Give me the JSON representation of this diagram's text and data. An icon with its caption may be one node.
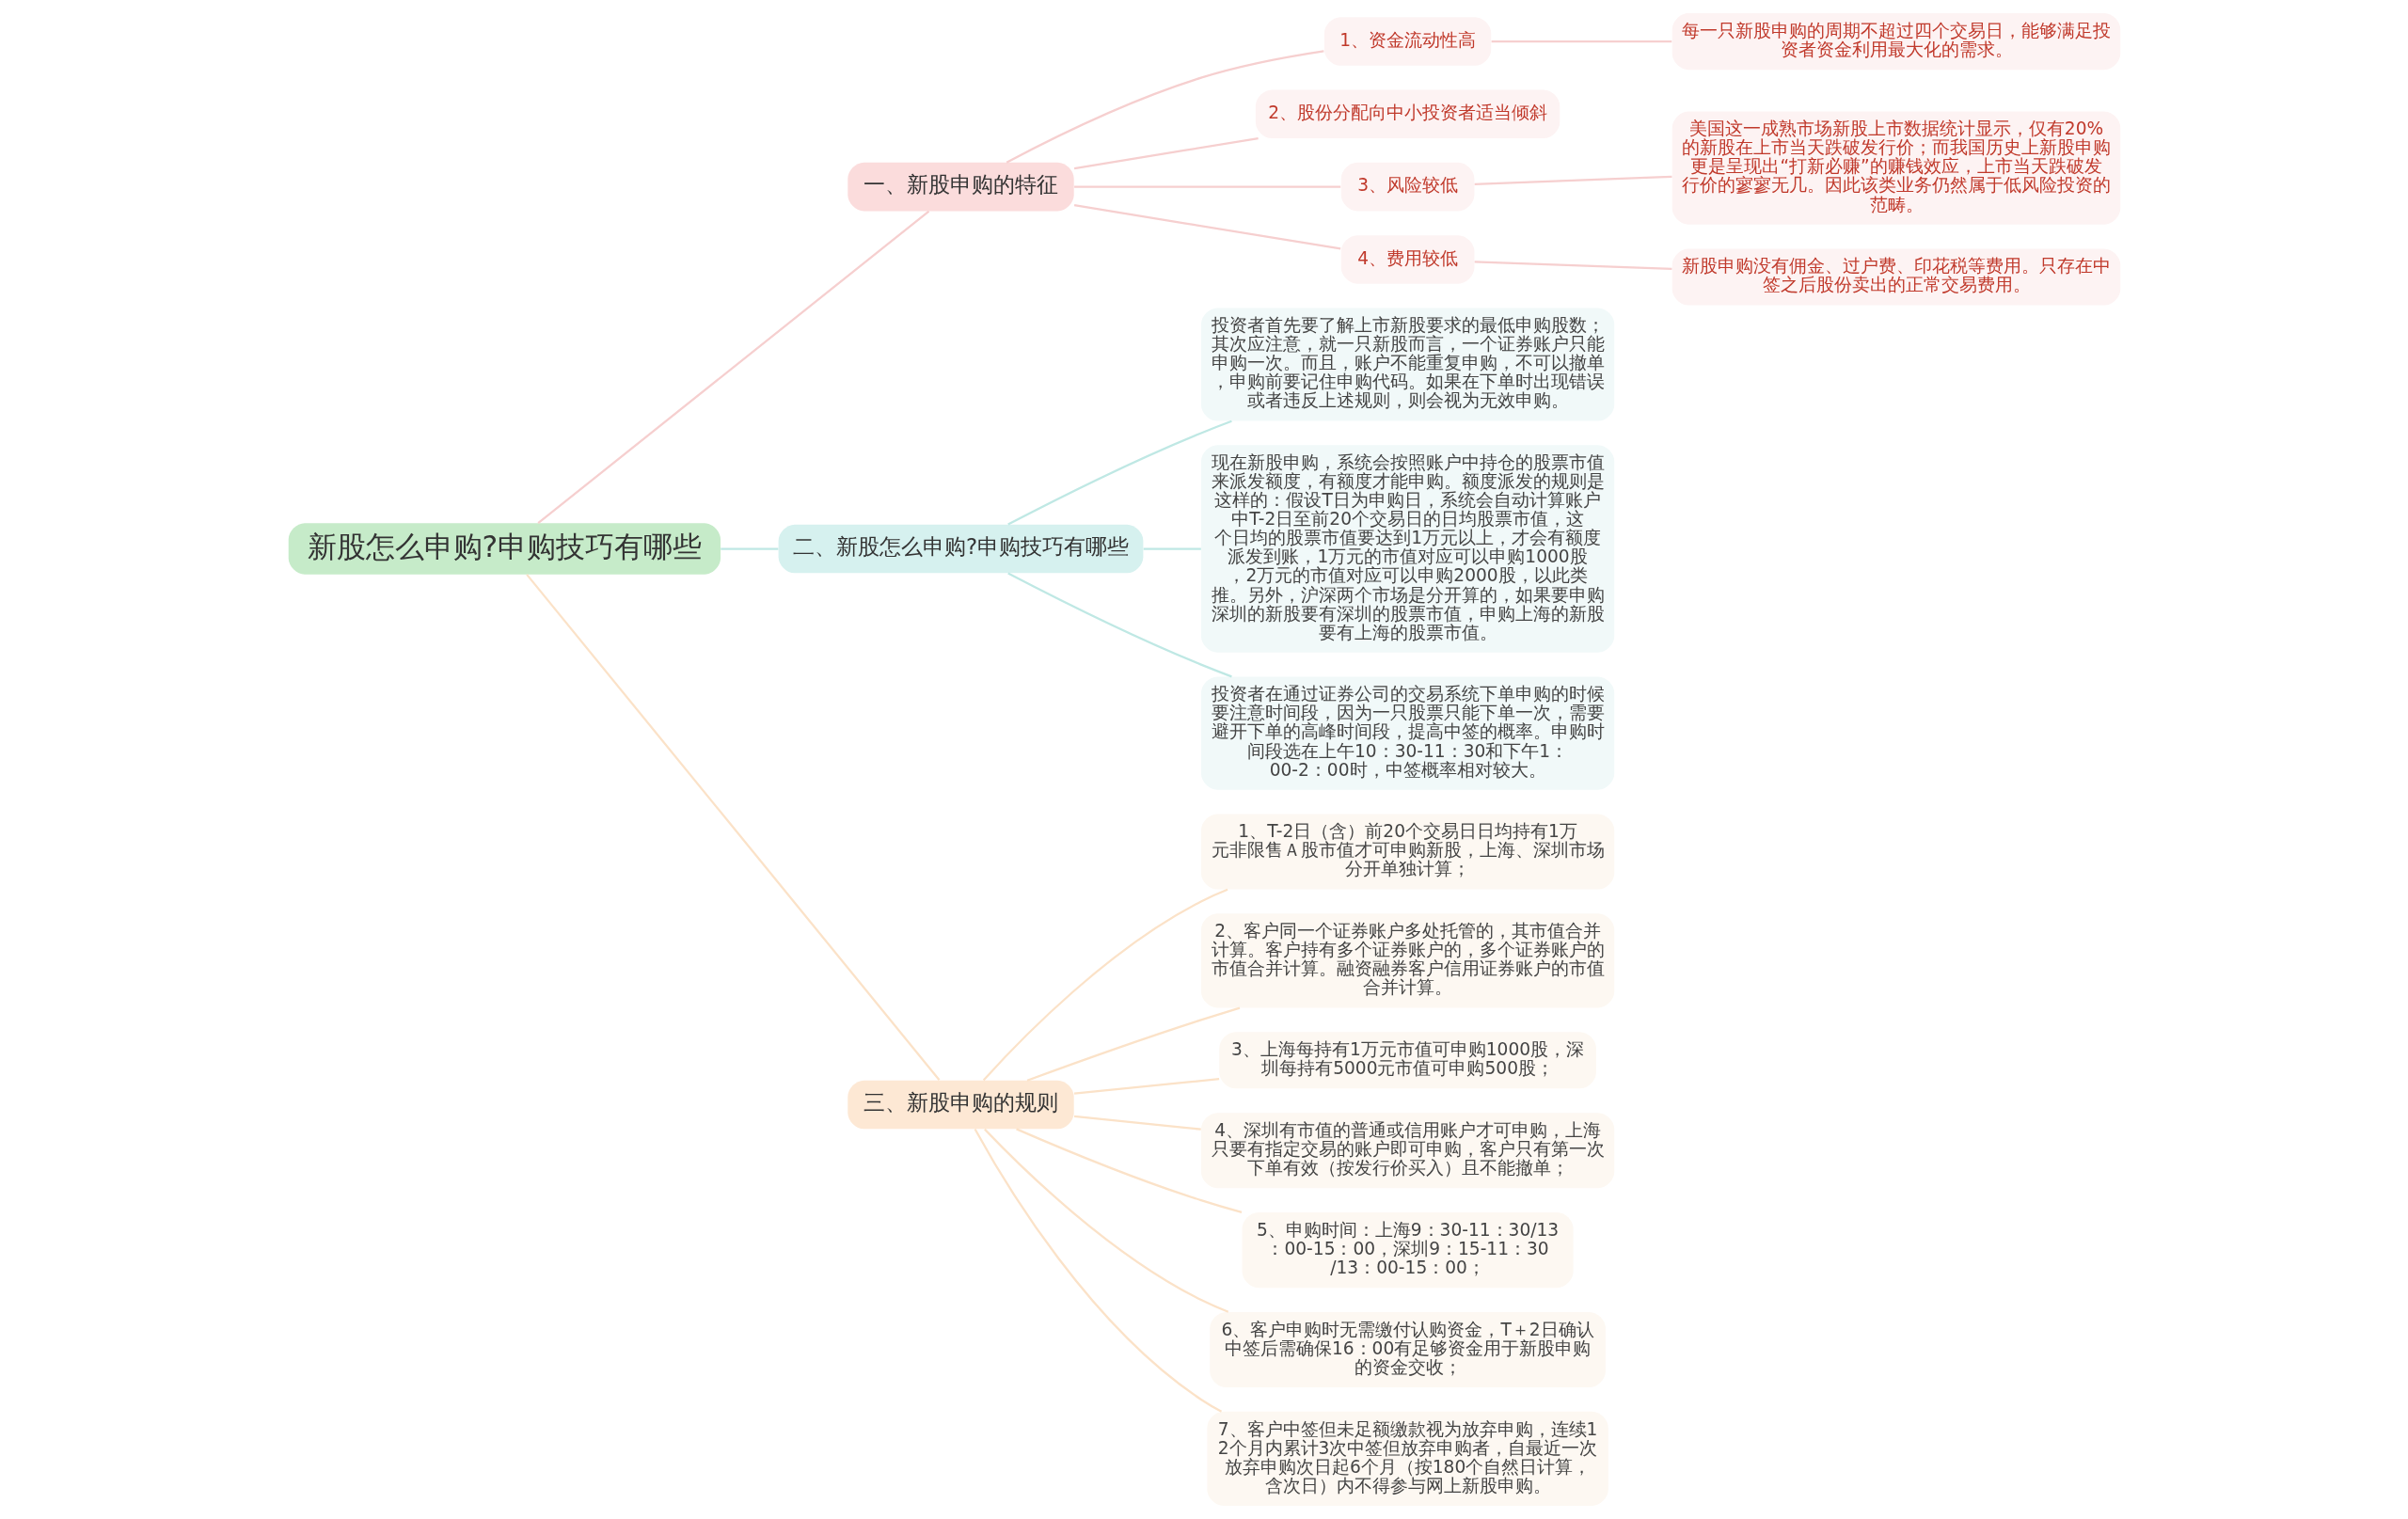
{
  "diagram": {
    "nodes": [
      {
        "text": [
          "新股怎么申购?申购技巧有哪些"
        ]
      },
      {
        "text": [
          "一、新股申购的特征"
        ]
      },
      {
        "text": [
          "1、资金流动性高"
        ]
      },
      {
        "text": [
          "每一只新股申购的周期不超过四个交易日，能够满足投资者资金利用最大化的需求。"
        ]
      },
      {
        "text": [
          "2、股份分配向中小投资者适当倾斜"
        ]
      },
      {
        "text": [
          "3、风险较低"
        ]
      },
      {
        "text": [
          "美国这一成熟市场新股上市数据统计显示，仅有20%的新股在上市当天跌破发行价；而我国历史上新股申购更是呈现出“打新必赚”的赚钱效应，上市当天跌破发行价的寥寥无几。因此该类业务仍然属于低风险投资的范畴。"
        ]
      },
      {
        "text": [
          "4、费用较低"
        ]
      },
      {
        "text": [
          "新股申购没有佣金、过户费、印花税等费用。只存在中签之后股份卖出的正常交易费用。"
        ]
      },
      {
        "text": [
          "二、新股怎么申购?申购技巧有哪些"
        ]
      },
      {
        "text": [
          "投资者首先要了解上市新股要求的最低申购股数；其次应注意，就一只新股而言，一个证券账户只能申购一次。而且，账户不能重复申购，不可以撤单，申购前要记住申购代码。如果在下单时出现错误或者违反上述规则，则会视为无效申购。"
        ]
      },
      {
        "text": [
          "现在新股申购，系统会按照账户中持仓的股票市值来派发额度，有额度才能申购。额度派发的规则是这样的：假设T日为申购日，系统会自动计算账户中T-2日至前20个交易日的日均股票市值，这个日均的股票市值要达到1万元以上，才会有额度派发到账，1万元的市值对应可以申购1000股，2万元的市值对应可以申购2000股，以此类推。另外，沪深两个市场是分开算的，如果要申购深圳的新股要有深圳的股票市值，申购上海的新股要有上海的股票市值。"
        ]
      },
      {
        "text": [
          "投资者在通过证券公司的交易系统下单申购的时候要注意时间段，因为一只股票只能下单一次，需要避开下单的高峰时间段，提高中签的概率。申购时间段选在上午10：30-11：30和下午1：00-2：00时，中签概率相对较大。"
        ]
      },
      {
        "text": [
          "三、新股申购的规则"
        ]
      },
      {
        "text": [
          "1、T-2日（含）前20个交易日日均持有1万元非限售Ａ股市值才可申购新股，上海、深圳市场分开单独计算；"
        ]
      },
      {
        "text": [
          "2、客户同一个证券账户多处托管的，其市值合并计算。客户持有多个证券账户的，多个证券账户的市值合并计算。融资融券客户信用证券账户的市值合并计算。"
        ]
      },
      {
        "text": [
          "3、上海每持有1万元市值可申购1000股，深圳每持有5000元市值可申购500股；"
        ]
      },
      {
        "text": [
          "4、深圳有市值的普通或信用账户才可申购，上海只要有指定交易的账户即可申购，客户只有第一次下单有效（按发行价买入）且不能撤单；"
        ]
      },
      {
        "text": [
          "5、申购时间：上海9：30-11：30/13：00-15：00，深圳9：15-11：30/13：00-15：00；"
        ]
      },
      {
        "text": [
          "6、客户申购时无需缴付认购资金，T＋2日确认中签后需确保16：00有足够资金用于新股申购的资金交收；"
        ]
      },
      {
        "text": [
          "7、客户中签但未足额缴款视为放弃申购，连续12个月内累计3次中签但放弃申购者，自最近一次放弃申购次日起6个月（按180个自然日计算，含次日）内不得参与网上新股申购。"
        ]
      }
    ],
    "edges": [
      {
        "from": 0,
        "to": 1,
        "arrow": "none",
        "color": "#f6cfcf"
      },
      {
        "from": 1,
        "to": 2,
        "arrow": "none",
        "color": "#f6cfcf"
      },
      {
        "from": 2,
        "to": 3,
        "arrow": "none",
        "color": "#f6cfcf"
      },
      {
        "from": 1,
        "to": 4,
        "arrow": "none",
        "color": "#f6cfcf"
      },
      {
        "from": 1,
        "to": 5,
        "arrow": "none",
        "color": "#f6cfcf"
      },
      {
        "from": 5,
        "to": 6,
        "arrow": "none",
        "color": "#f6cfcf"
      },
      {
        "from": 1,
        "to": 7,
        "arrow": "none",
        "color": "#f6cfcf"
      },
      {
        "from": 7,
        "to": 8,
        "arrow": "none",
        "color": "#f6cfcf"
      },
      {
        "from": 0,
        "to": 9,
        "arrow": "none",
        "color": "#bfe8e4"
      },
      {
        "from": 9,
        "to": 10,
        "arrow": "none",
        "color": "#bfe8e4"
      },
      {
        "from": 9,
        "to": 11,
        "arrow": "none",
        "color": "#bfe8e4"
      },
      {
        "from": 9,
        "to": 12,
        "arrow": "none",
        "color": "#bfe8e4"
      },
      {
        "from": 0,
        "to": 13,
        "arrow": "none",
        "color": "#fbe2c8"
      },
      {
        "from": 13,
        "to": 14,
        "arrow": "none",
        "color": "#fbe2c8"
      },
      {
        "from": 13,
        "to": 15,
        "arrow": "none",
        "color": "#fbe2c8"
      },
      {
        "from": 13,
        "to": 16,
        "arrow": "none",
        "color": "#fbe2c8"
      },
      {
        "from": 13,
        "to": 17,
        "arrow": "none",
        "color": "#fbe2c8"
      },
      {
        "from": 13,
        "to": 18,
        "arrow": "none",
        "color": "#fbe2c8"
      },
      {
        "from": 13,
        "to": 19,
        "arrow": "none",
        "color": "#fbe2c8"
      },
      {
        "from": 13,
        "to": 20,
        "arrow": "none",
        "color": "#fbe2c8"
      }
    ]
  }
}
